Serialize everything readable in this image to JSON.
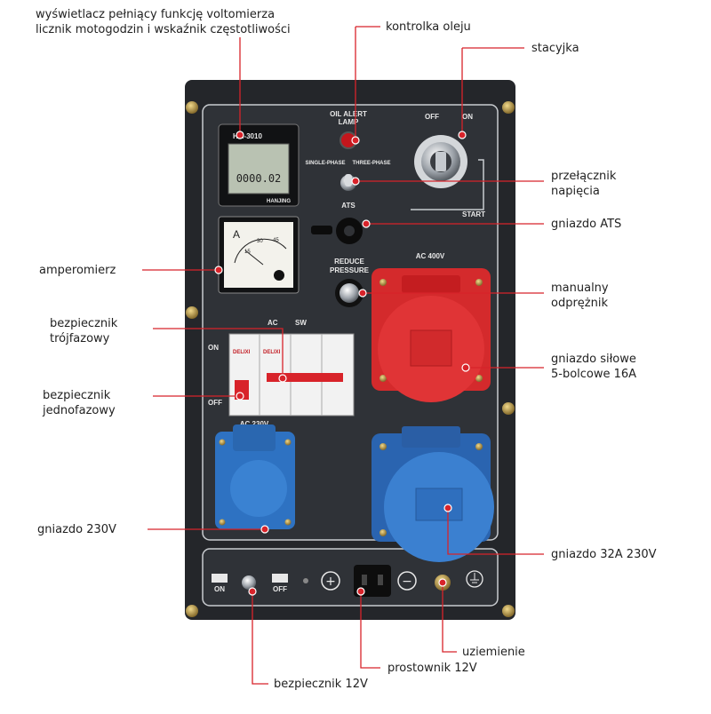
{
  "panel": {
    "display": {
      "brand": "HM-3010",
      "reading": "0000.02",
      "maker": "HANJING"
    },
    "oil_lamp": {
      "line1": "OIL ALERT",
      "line2": "LAMP"
    },
    "phase_switch": {
      "left": "SINGLE-PHASE",
      "right": "THREE-PHASE"
    },
    "ats": "ATS",
    "ignition": {
      "off": "OFF",
      "on": "ON",
      "start": "START"
    },
    "ammeter": {
      "unit": "A",
      "scale": [
        "15",
        "30",
        "45"
      ]
    },
    "reduce_pressure": {
      "line1": "REDUCE",
      "line2": "PRESSURE"
    },
    "breakers": {
      "ac": "AC",
      "sw": "SW",
      "on": "ON",
      "off": "OFF",
      "brand": "DELIXI"
    },
    "ac400": "AC 400V",
    "ac230": "AC 230V",
    "bottom": {
      "on": "ON",
      "off": "OFF",
      "plus": "+",
      "minus": "−"
    }
  },
  "callouts": {
    "display_line1": "wyświetlacz pełniący funkcję voltomierza",
    "display_line2": "licznik motogodzin i wskaźnik częstotliwości",
    "oil": "kontrolka oleju",
    "ignition": "stacyjka",
    "switch_line1": "przełącznik",
    "switch_line2": "napięcia",
    "ats": "gniazdo ATS",
    "ammeter": "amperomierz",
    "decomp_line1": "manualny",
    "decomp_line2": "odprężnik",
    "fuse3_line1": "bezpiecznik",
    "fuse3_line2": "trójfazowy",
    "socket400_line1": "gniazdo siłowe",
    "socket400_line2": "5-bolcowe 16A",
    "fuse1_line1": "bezpiecznik",
    "fuse1_line2": "jednofazowy",
    "socket230": "gniazdo 230V",
    "socket32": "gniazdo 32A 230V",
    "ground": "uziemienie",
    "rectifier": "prostownik 12V",
    "fuse12": "bezpiecznik 12V"
  },
  "colors": {
    "panel": "#2a2c30",
    "accent": "#d8232a",
    "red_socket": "#d42a2c",
    "blue_socket": "#2e72c2"
  }
}
